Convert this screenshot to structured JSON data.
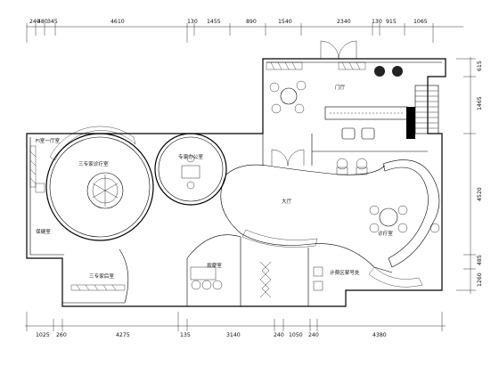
{
  "dimensions": {
    "top": [
      "240",
      "480",
      "345",
      "4610",
      "130",
      "1455",
      "890",
      "1540",
      "2340",
      "130",
      "915",
      "1065"
    ],
    "bottom": [
      "1025",
      "260",
      "4275",
      "135",
      "3140",
      "240",
      "1050",
      "240",
      "4380"
    ],
    "right": [
      "615",
      "1465",
      "4520",
      "485",
      "1260"
    ]
  },
  "rooms": {
    "room_top_left": "Fl室一厅室",
    "room_round_left": "三专家诊疗室",
    "room_round_small": "专家办公室",
    "room_left_side": "保健室",
    "room_bottom_left": "三专家后室",
    "room_entry": "门厅",
    "room_hall": "大厅",
    "room_bottom_center": "按摩室",
    "room_bottom_right": "计费区挈号处",
    "room_right": "诊疗室"
  }
}
